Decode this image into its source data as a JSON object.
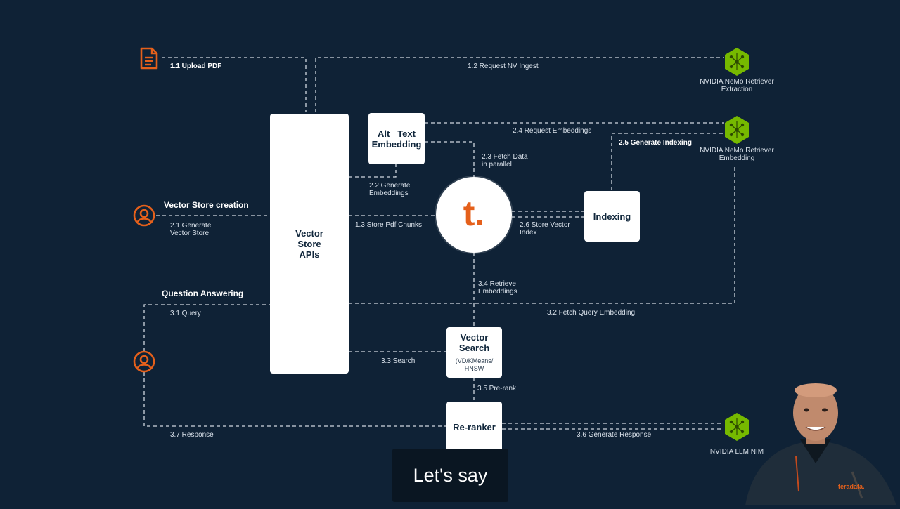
{
  "colors": {
    "background": "#0f2236",
    "dashed_line": "#d0d7df",
    "accent_orange": "#e5601b",
    "nvidia_green": "#76b900",
    "box_fill": "#ffffff"
  },
  "sections": {
    "vector_store_creation": "Vector Store creation",
    "question_answering": "Question Answering"
  },
  "components": {
    "vector_store_apis": "Vector\nStore\nAPIs",
    "alt_text_embedding": "Alt _Text\nEmbedding",
    "indexing": "Indexing",
    "vector_search": "Vector\nSearch",
    "vector_search_sub": "(VD/KMeans/\nHNSW",
    "reranker": "Re-ranker",
    "hub_logo": "t."
  },
  "nvidia": {
    "extraction": "NVIDIA NeMo Retriever\nExtraction",
    "embedding": "NVIDIA NeMo Retriever\nEmbedding",
    "llm": "NVIDIA LLM NIM"
  },
  "steps": {
    "s1_1": "1.1 Upload PDF",
    "s1_2": "1.2 Request NV Ingest",
    "s1_3": "1.3 Store Pdf Chunks",
    "s2_1": "2.1 Generate\nVector Store",
    "s2_2": "2.2 Generate\nEmbeddings",
    "s2_3": "2.3 Fetch Data\nin parallel",
    "s2_4": "2.4 Request Embeddings",
    "s2_5": "2.5 Generate Indexing",
    "s2_6": "2.6 Store Vector\nIndex",
    "s3_1": "3.1 Query",
    "s3_2": "3.2 Fetch Query Embedding",
    "s3_3": "3.3 Search",
    "s3_4": "3.4 Retrieve\nEmbeddings",
    "s3_5": "3.5 Pre-rank",
    "s3_6": "3.6 Generate Response",
    "s3_7": "3.7 Response"
  },
  "caption": "Let's say",
  "presenter_shirt_logo": "teradata."
}
